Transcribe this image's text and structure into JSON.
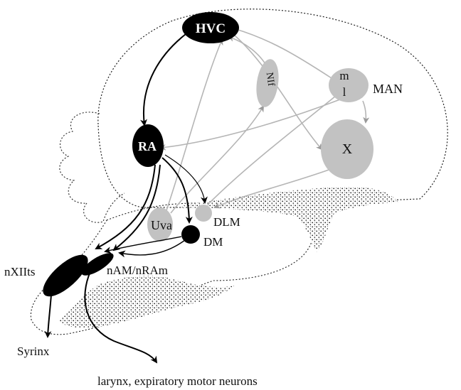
{
  "diagram": {
    "nuclei": {
      "hvc": "HVC",
      "ra": "RA",
      "nif": "NIf",
      "man_m": "m",
      "man_l": "l",
      "man": "MAN",
      "x": "X",
      "uva": "Uva",
      "dlm": "DLM",
      "dm": "DM",
      "nxiits": "nXIIts",
      "nam": "nAM/nRAm"
    },
    "outputs": {
      "syrinx": "Syrinx",
      "larynx": "larynx, expiratory motor neurons"
    },
    "colors": {
      "motor_pathway": "#000000",
      "anterior_pathway": "#b5b5b5",
      "nucleus_gray": "#c2c2c2",
      "outline": "#222222"
    }
  }
}
